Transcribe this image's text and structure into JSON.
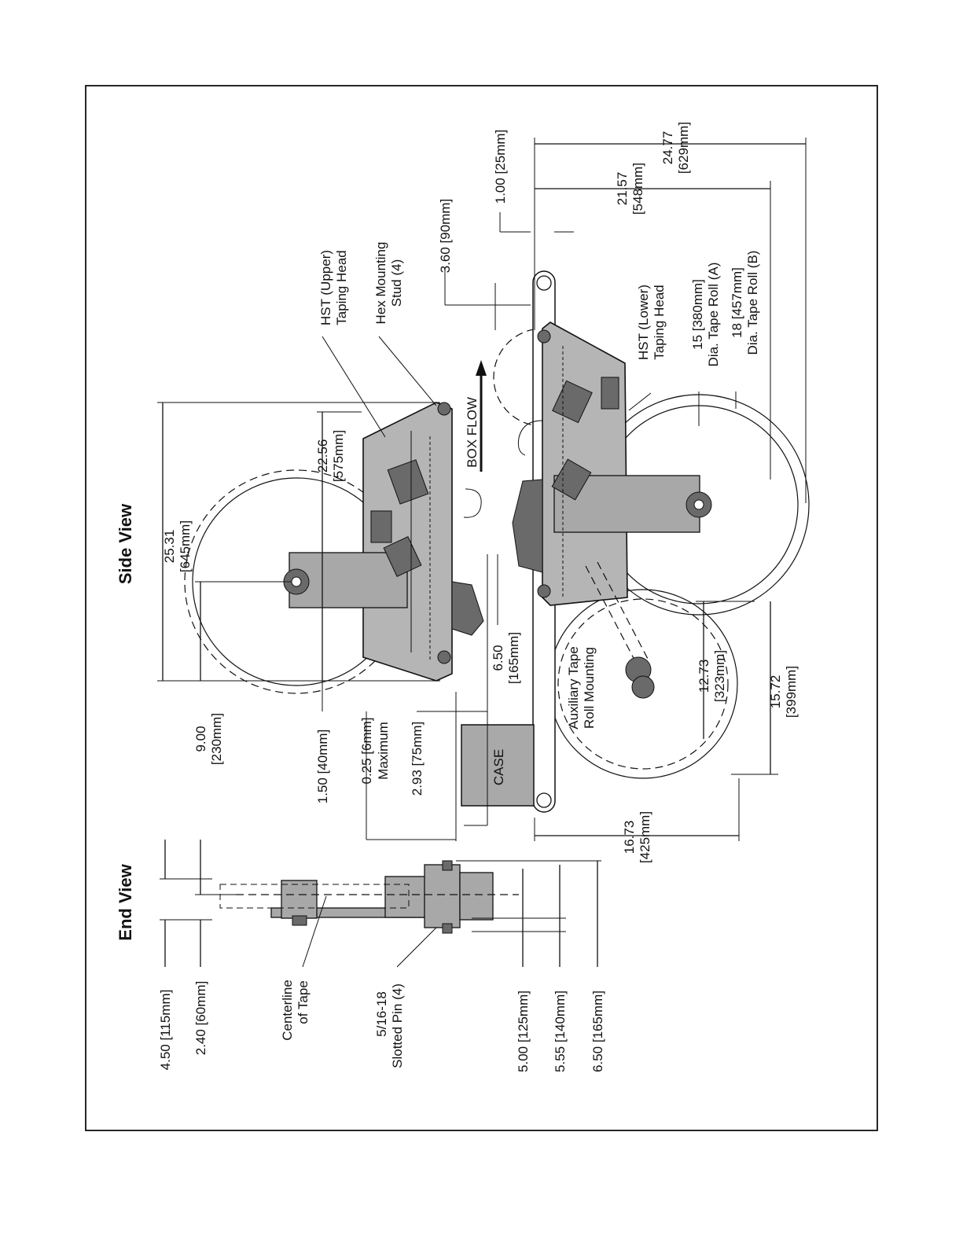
{
  "views": {
    "side_title": "Side View",
    "end_title": "End View"
  },
  "side_labels": {
    "upper_head_1": "HST (Upper)",
    "upper_head_2": "Taping Head",
    "hex_stud_1": "Hex Mounting",
    "hex_stud_2": "Stud (4)",
    "lower_head_1": "HST (Lower)",
    "lower_head_2": "Taping Head",
    "roll_a_1": "15 [380mm]",
    "roll_a_2": "Dia. Tape Roll (A)",
    "roll_b_1": "18 [457mm]",
    "roll_b_2": "Dia. Tape Roll (B)",
    "aux_1": "Auxiliary Tape",
    "aux_2": "Roll Mounting",
    "box_flow": "BOX FLOW",
    "case": "CASE"
  },
  "side_dims": {
    "d_25_31": "25.31",
    "d_645": "[645mm]",
    "d_22_56": "22.56",
    "d_575": "[575mm]",
    "d_9_00": "9.00",
    "d_230": "[230mm]",
    "d_1_50": "1.50 [40mm]",
    "d_0_25": "0.25 [6mm]",
    "d_max": "Maximum",
    "d_2_93": "2.93 [75mm]",
    "d_6_50": "6.50",
    "d_165": "[165mm]",
    "d_3_60": "3.60 [90mm]",
    "d_1_00": "1.00 [25mm]",
    "d_21_57": "21.57",
    "d_548": "[548mm]",
    "d_24_77": "24.77",
    "d_629": "[629mm]",
    "d_12_73": "12.73",
    "d_323": "[323mm]",
    "d_15_72": "15.72",
    "d_399": "[399mm]",
    "d_16_73": "16.73",
    "d_425": "[425mm]"
  },
  "end_labels": {
    "d_4_50": "4.50 [115mm]",
    "d_2_40": "2.40 [60mm]",
    "centerline_1": "Centerline",
    "centerline_2": "of Tape",
    "pin_1": "5/16-18",
    "pin_2": "Slotted Pin (4)",
    "d_5_00": "5.00 [125mm]",
    "d_5_55": "5.55 [140mm]",
    "d_6_50": "6.50 [165mm]"
  }
}
